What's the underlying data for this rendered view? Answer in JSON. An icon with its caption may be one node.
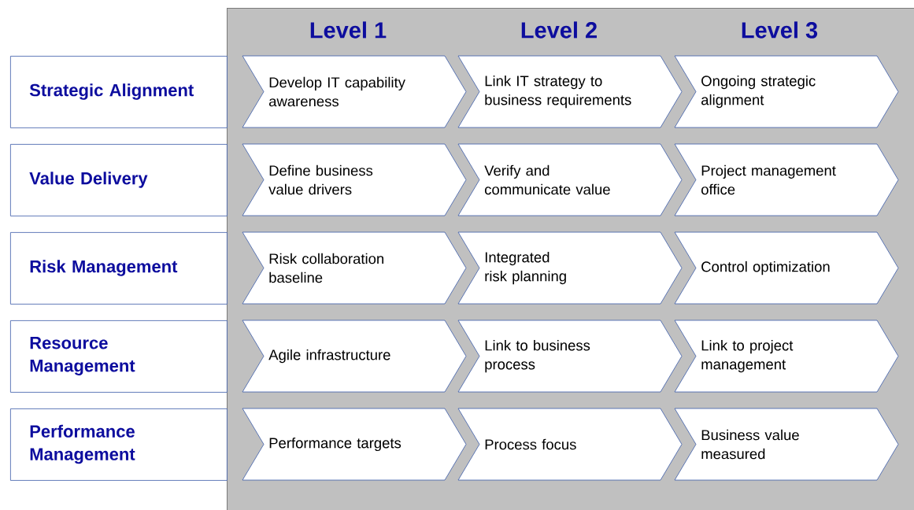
{
  "diagram": {
    "nodes": [
      {
        "text": [
          "Level 1",
          "Level 2",
          "Level 3"
        ]
      },
      {
        "text": [
          "Strategic Alignment"
        ]
      },
      {
        "text": [
          "Develop IT capability awareness"
        ],
        "in": 0
      },
      {
        "text": [
          "Link IT strategy to business requirements"
        ],
        "in": 0
      },
      {
        "text": [
          "Ongoing strategic alignment"
        ],
        "in": 0
      },
      {
        "text": [
          "Value Delivery"
        ]
      },
      {
        "text": [
          "Define business value drivers"
        ],
        "in": 0
      },
      {
        "text": [
          "Verify and communicate value"
        ],
        "in": 0
      },
      {
        "text": [
          "Project management office"
        ],
        "in": 0
      },
      {
        "text": [
          "Risk Management"
        ]
      },
      {
        "text": [
          "Risk collaboration baseline"
        ],
        "in": 0
      },
      {
        "text": [
          "Integrated risk planning"
        ],
        "in": 0
      },
      {
        "text": [
          "Control optimization"
        ],
        "in": 0
      },
      {
        "text": [
          "Resource Management"
        ]
      },
      {
        "text": [
          "Agile infrastructure"
        ],
        "in": 0
      },
      {
        "text": [
          "Link to business process"
        ],
        "in": 0
      },
      {
        "text": [
          "Link to project management"
        ],
        "in": 0
      },
      {
        "text": [
          "Performance Management"
        ]
      },
      {
        "text": [
          "Performance targets"
        ],
        "in": 0
      },
      {
        "text": [
          "Process focus"
        ],
        "in": 0
      },
      {
        "text": [
          "Business value measured"
        ],
        "in": 0
      }
    ],
    "edges": []
  }
}
